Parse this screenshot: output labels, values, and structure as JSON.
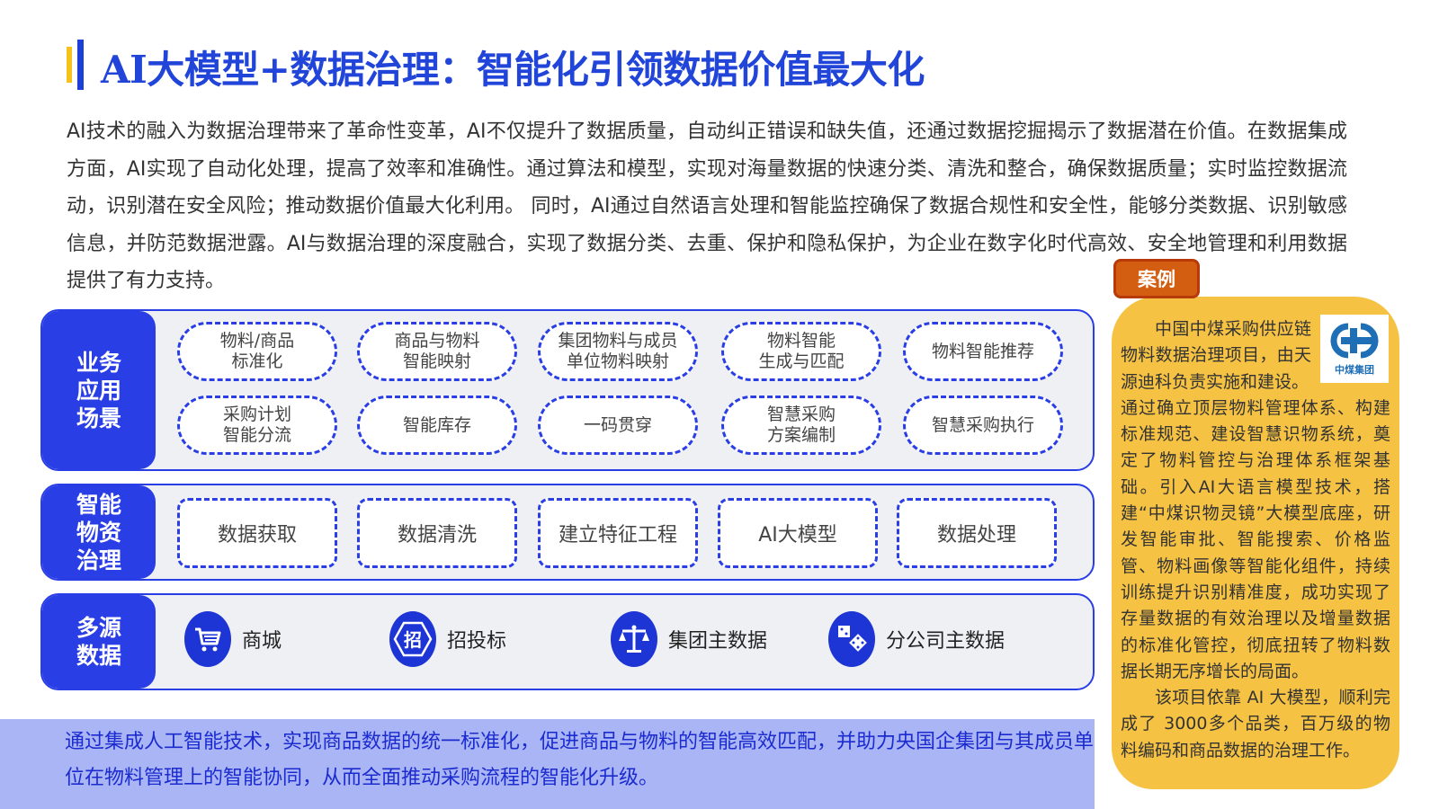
{
  "title": "AI大模型+数据治理：智能化引领数据价值最大化",
  "intro": "AI技术的融入为数据治理带来了革命性变革，AI不仅提升了数据质量，自动纠正错误和缺失值，还通过数据挖掘揭示了数据潜在价值。在数据集成方面，AI实现了自动化处理，提高了效率和准确性。通过算法和模型，实现对海量数据的快速分类、清洗和整合，确保数据质量；实时监控数据流动，识别潜在安全风险；推动数据价值最大化利用。 同时，AI通过自然语言处理和智能监控确保了数据合规性和安全性，能够分类数据、识别敏感信息，并防范数据泄露。AI与数据治理的深度融合，实现了数据分类、去重、保护和隐私保护，为企业在数字化时代高效、安全地管理和利用数据提供了有力支持。",
  "layers": {
    "business": {
      "label_lines": [
        "业务",
        "应用",
        "场景"
      ],
      "row1": [
        "物料/商品\n标准化",
        "商品与物料\n智能映射",
        "集团物料与成员\n单位物料映射",
        "物料智能\n生成与匹配",
        "物料智能推荐"
      ],
      "row2": [
        "采购计划\n智能分流",
        "智能库存",
        "一码贯穿",
        "智慧采购\n方案编制",
        "智慧采购执行"
      ]
    },
    "governance": {
      "label_lines": [
        "智能",
        "物资",
        "治理"
      ],
      "items": [
        "数据获取",
        "数据清洗",
        "建立特征工程",
        "AI大模型",
        "数据处理"
      ]
    },
    "sources": {
      "label_lines": [
        "多源",
        "数据"
      ],
      "items": [
        {
          "label": "商城",
          "icon": "cart-icon"
        },
        {
          "label": "招投标",
          "icon": "bid-icon"
        },
        {
          "label": "集团主数据",
          "icon": "scale-icon"
        },
        {
          "label": "分公司主数据",
          "icon": "blocks-icon"
        }
      ]
    }
  },
  "footer": "通过集成人工智能技术，实现商品数据的统一标准化，促进商品与物料的智能高效匹配，并助力央国企集团与其成员单位在物料管理上的智能协同，从而全面推动采购流程的智能化升级。",
  "case": {
    "tag": "案例",
    "logo_text": "中煤集团",
    "p1": "中国中煤采购供应链物料数据治理项目，由天源迪科负责实施和建设。",
    "p2": "通过确立顶层物料管理体系、构建标准规范、建设智慧识物系统，奠定了物料管控与治理体系框架基础。引入AI大语言模型技术，搭建“中煤识物灵镜”大模型底座，研发智能审批、智能搜索、价格监管、物料画像等智能化组件，持续训练提升识别精准度，成功实现了存量数据的有效治理以及增量数据的标准化管控，彻底扭转了物料数据长期无序增长的局面。",
    "p3": "该项目依靠 AI 大模型，顺利完成了 3000多个品类，百万级的物料编码和商品数据的治理工作。"
  },
  "colors": {
    "primary_blue": "#2a3ee6",
    "title_blue": "#2144d9",
    "accent_yellow": "#f7c21b",
    "case_bg": "#f5c243",
    "case_tag": "#d35e12",
    "footer_bg": "#a9b5f5"
  }
}
